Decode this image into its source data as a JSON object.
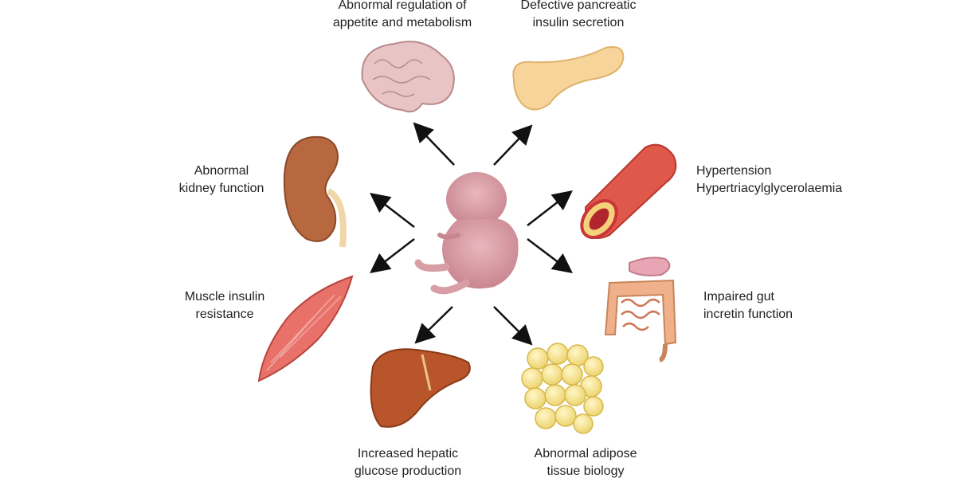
{
  "labels": {
    "brain": [
      "Abnormal regulation of",
      "appetite and metabolism"
    ],
    "pancreas": [
      "Defective pancreatic",
      "insulin secretion"
    ],
    "kidney": [
      "Abnormal",
      "kidney function"
    ],
    "vessel": [
      "Hypertension",
      "Hypertriacylglycerolaemia"
    ],
    "muscle": [
      "Muscle insulin",
      "resistance"
    ],
    "gut": [
      "Impaired gut",
      "incretin function"
    ],
    "liver": [
      "Increased hepatic",
      "glucose production"
    ],
    "adipose": [
      "Abnormal adipose",
      "tissue biology"
    ]
  }
}
